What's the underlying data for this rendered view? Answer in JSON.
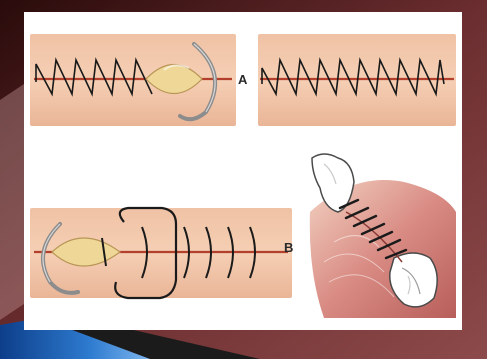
{
  "figure": {
    "label_a": "A",
    "label_b": "B"
  },
  "colors": {
    "skin": "#f1c3a4",
    "skin_edge": "#e6a78a",
    "suture_red": "#b3402c",
    "suture_black": "#1a1a1a",
    "wound_fill": "#efd797",
    "needle": "#8c8c8c",
    "frame_dark": "#3b1111",
    "frame_blue": "#2e7bd0"
  },
  "icons": [
    "skin-panel",
    "suture-line",
    "needle-icon",
    "wound-opening",
    "tooth-icon",
    "gum-tissue"
  ]
}
